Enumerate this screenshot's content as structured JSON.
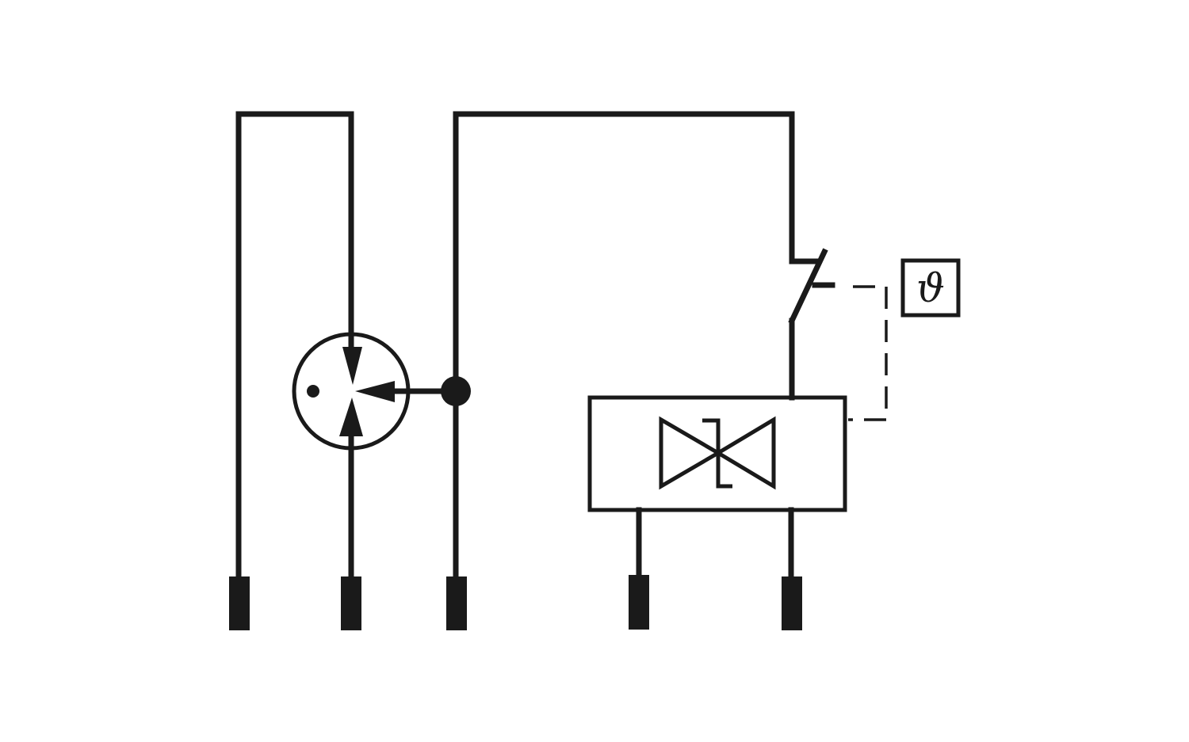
{
  "diagram": {
    "colors": {
      "ink": "#1a1a1a",
      "background": "#ffffff"
    },
    "sensor_symbol": "ϑ",
    "components": [
      {
        "id": "four-way-valve",
        "icon": "rotary-valve-icon"
      },
      {
        "id": "thermostat-switch",
        "icon": "switch-contact-icon"
      },
      {
        "id": "temperature-sensor",
        "icon": "theta-sensor-icon"
      },
      {
        "id": "solenoid-valve-actuator",
        "icon": "valve-actuator-icon"
      }
    ],
    "terminals": [
      "terminal-1",
      "terminal-2",
      "terminal-3",
      "terminal-4",
      "terminal-5"
    ]
  }
}
